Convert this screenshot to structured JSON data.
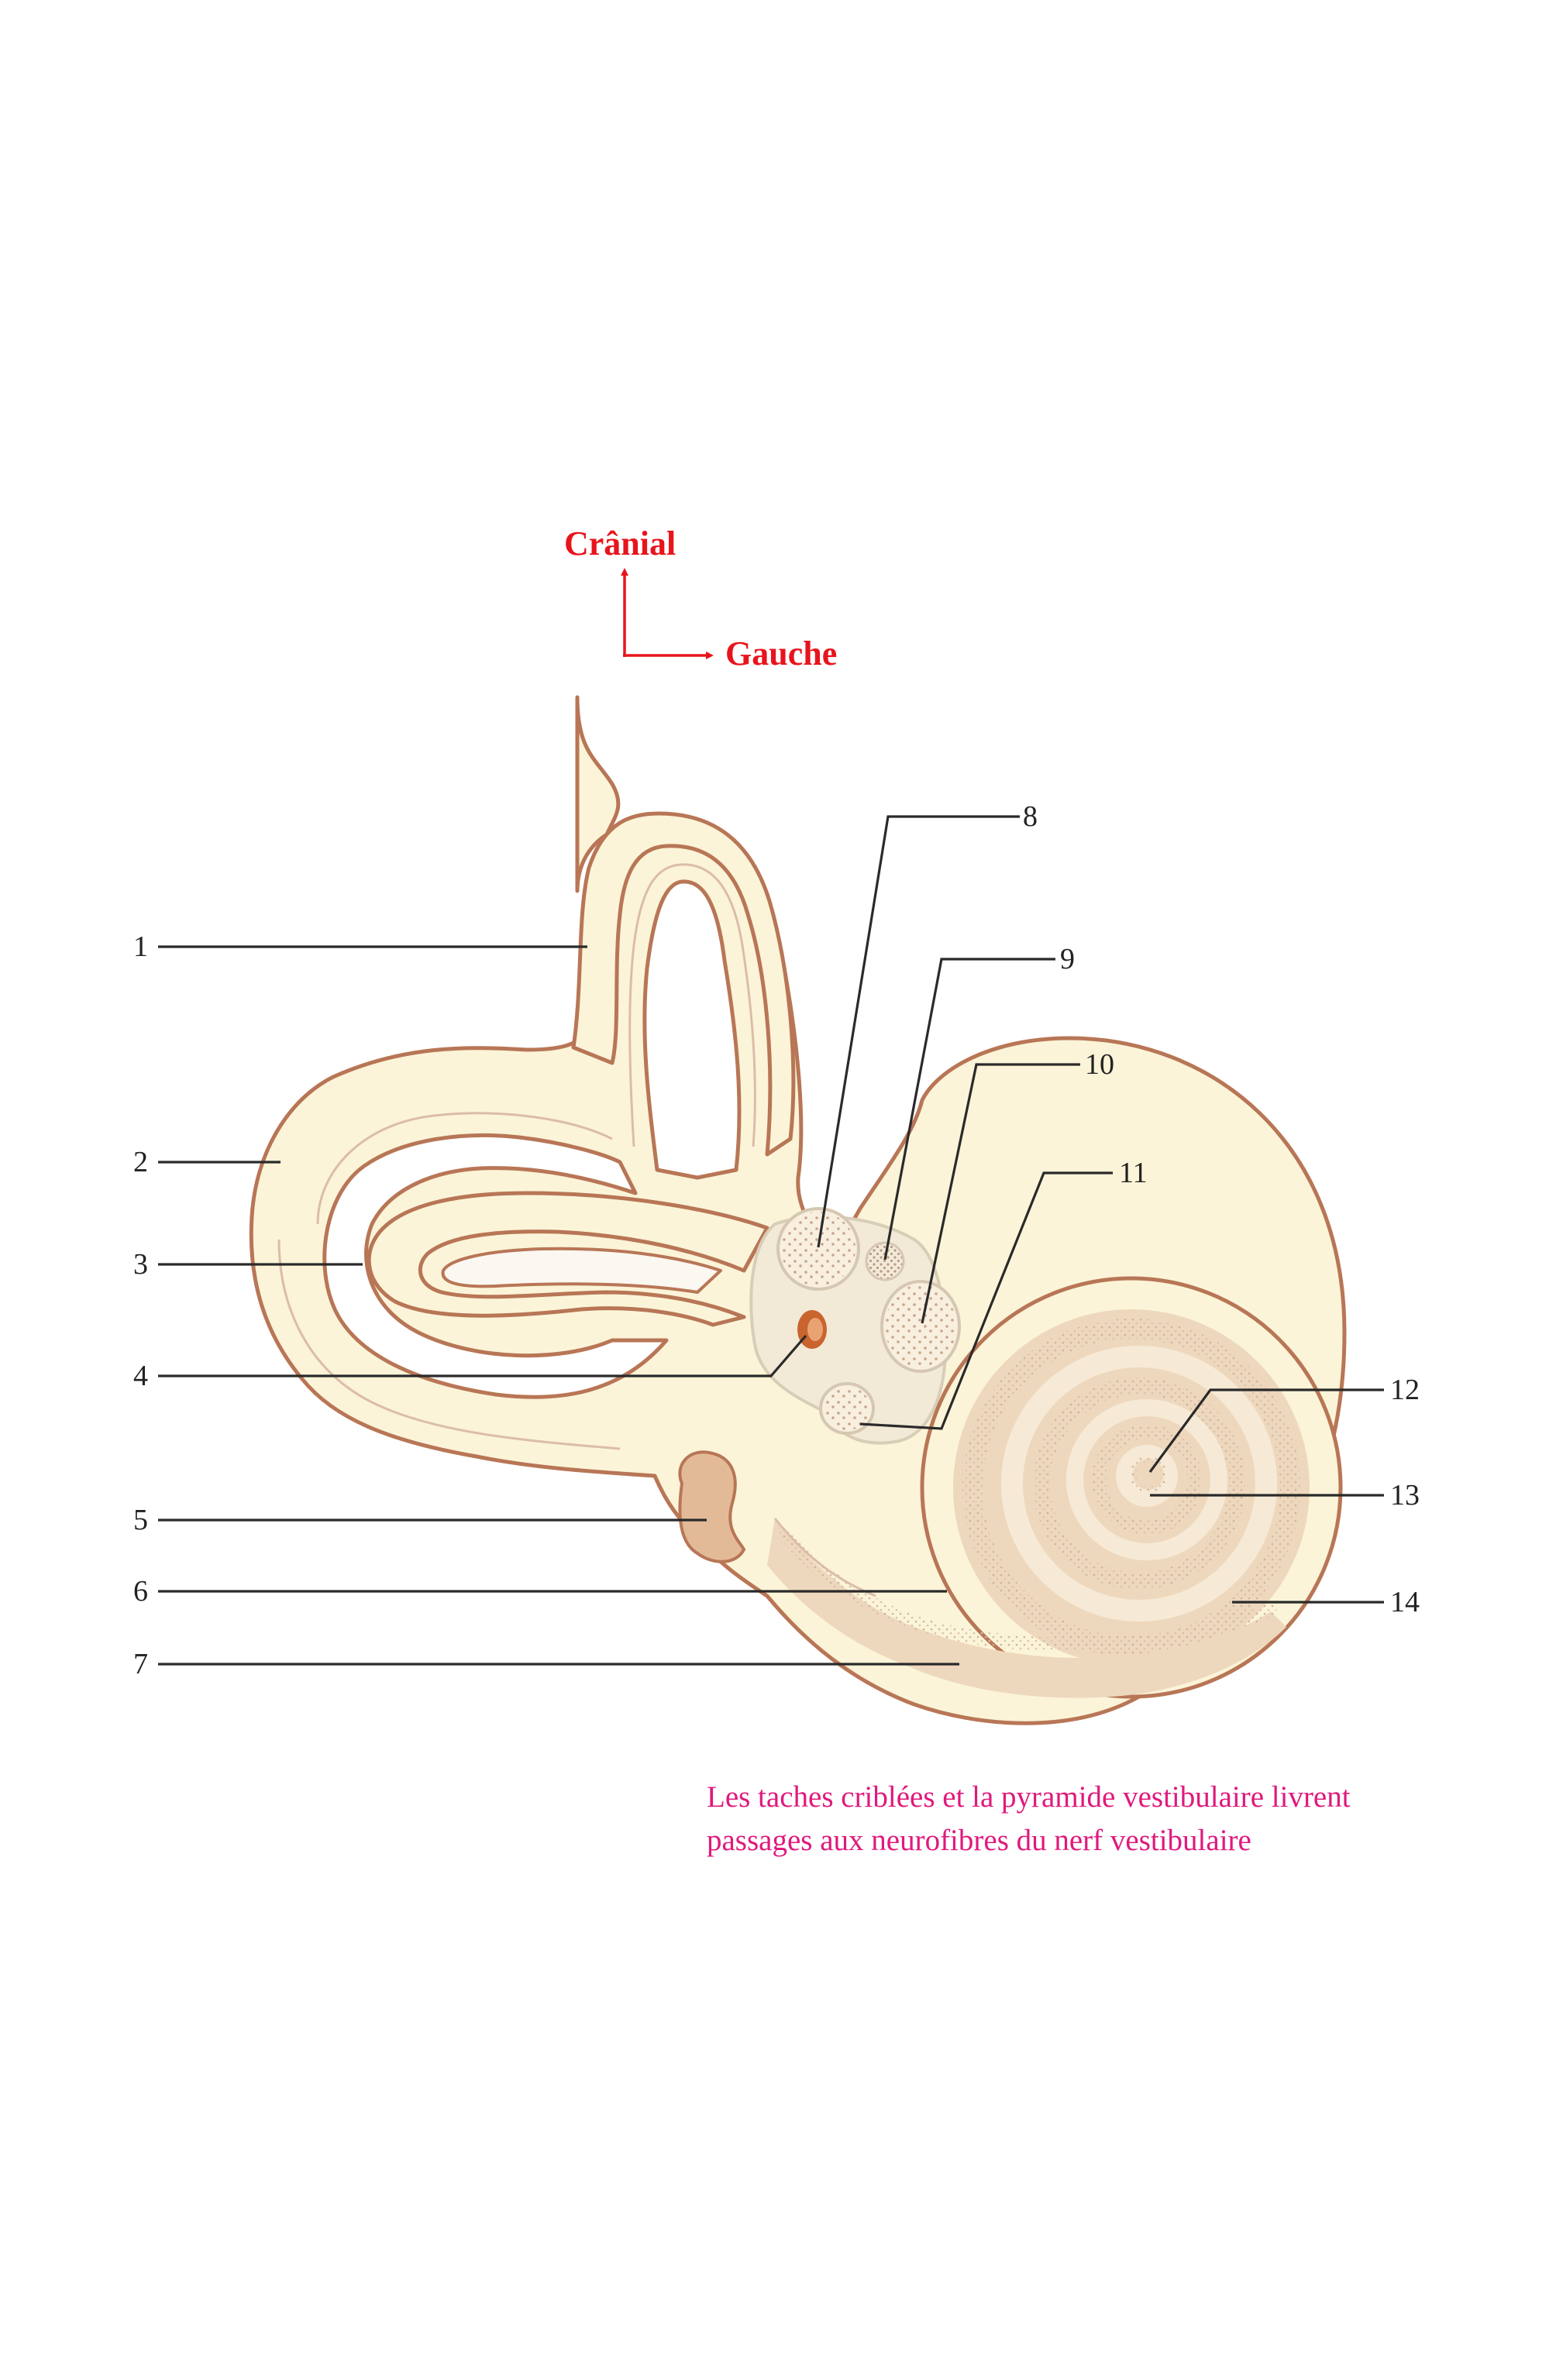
{
  "orientation": {
    "up_label": "Crânial",
    "right_label": "Gauche",
    "color": "#e8141c"
  },
  "labels": [
    {
      "number": "1"
    },
    {
      "number": "2"
    },
    {
      "number": "3"
    },
    {
      "number": "4"
    },
    {
      "number": "5"
    },
    {
      "number": "6"
    },
    {
      "number": "7"
    },
    {
      "number": "8"
    },
    {
      "number": "9"
    },
    {
      "number": "10"
    },
    {
      "number": "11"
    },
    {
      "number": "12"
    },
    {
      "number": "13"
    },
    {
      "number": "14"
    }
  ],
  "caption": {
    "line1": "Les taches criblées et la pyramide vestibulaire livrent",
    "line2": "passages aux neurofibres du nerf vestibulaire",
    "color": "#e0197d"
  },
  "colors": {
    "bone_fill": "#fbf4d8",
    "outline": "#b87656",
    "inner_line": "#dcbcaa",
    "lumen": "#fbf7f1",
    "cochlea_wall": "#eed8bd",
    "cochlea_band": "#f6ead6",
    "window": "#e3ba97",
    "macula": "#f8efdf",
    "dot": "#c9a58b"
  }
}
